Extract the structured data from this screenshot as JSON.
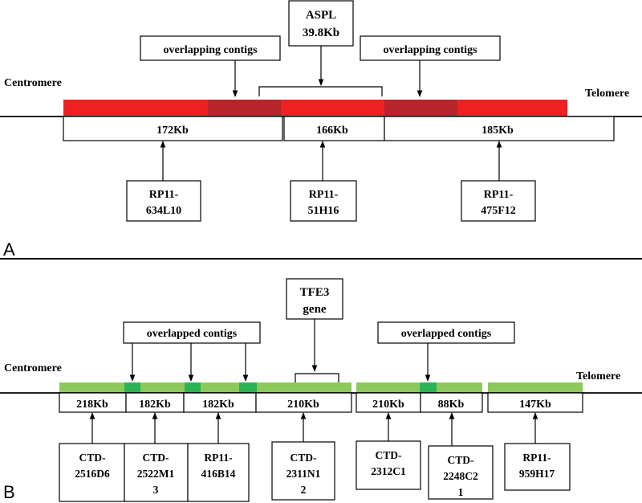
{
  "panelA": {
    "label": "A",
    "left_label": "Centromere",
    "right_label": "Telomere",
    "gene_box": [
      "ASPL",
      "39.8Kb"
    ],
    "overlap_left": "overlapping contigs",
    "overlap_right": "overlapping contigs",
    "segments": [
      "172Kb",
      "166Kb",
      "185Kb"
    ],
    "clones": [
      [
        "RP11-",
        "634L10"
      ],
      [
        "RP11-",
        "51H16"
      ],
      [
        "RP11-",
        "475F12"
      ]
    ],
    "colors": {
      "bar": "#ee2024",
      "overlap": "#b8242c"
    }
  },
  "panelB": {
    "label": "B",
    "left_label": "Centromere",
    "right_label": "Telomere",
    "gene_box": [
      "TFE3",
      "gene"
    ],
    "overlap_left": "overlapped  contigs",
    "overlap_right": "overlapped  contigs",
    "segments": [
      "218Kb",
      "182Kb",
      "182Kb",
      "210Kb",
      "210Kb",
      "88Kb",
      "147Kb"
    ],
    "clones": [
      [
        "CTD-",
        "2516D6"
      ],
      [
        "CTD-",
        "2522M1",
        "3"
      ],
      [
        "RP11-",
        "416B14"
      ],
      [
        "CTD-",
        "2311N1",
        "2"
      ],
      [
        "CTD-",
        "2312C1"
      ],
      [
        "CTD-",
        "2248C2",
        "1"
      ],
      [
        "RP11-",
        "959H17"
      ]
    ],
    "colors": {
      "bar": "#8dc85a",
      "overlap": "#2bb255"
    }
  }
}
